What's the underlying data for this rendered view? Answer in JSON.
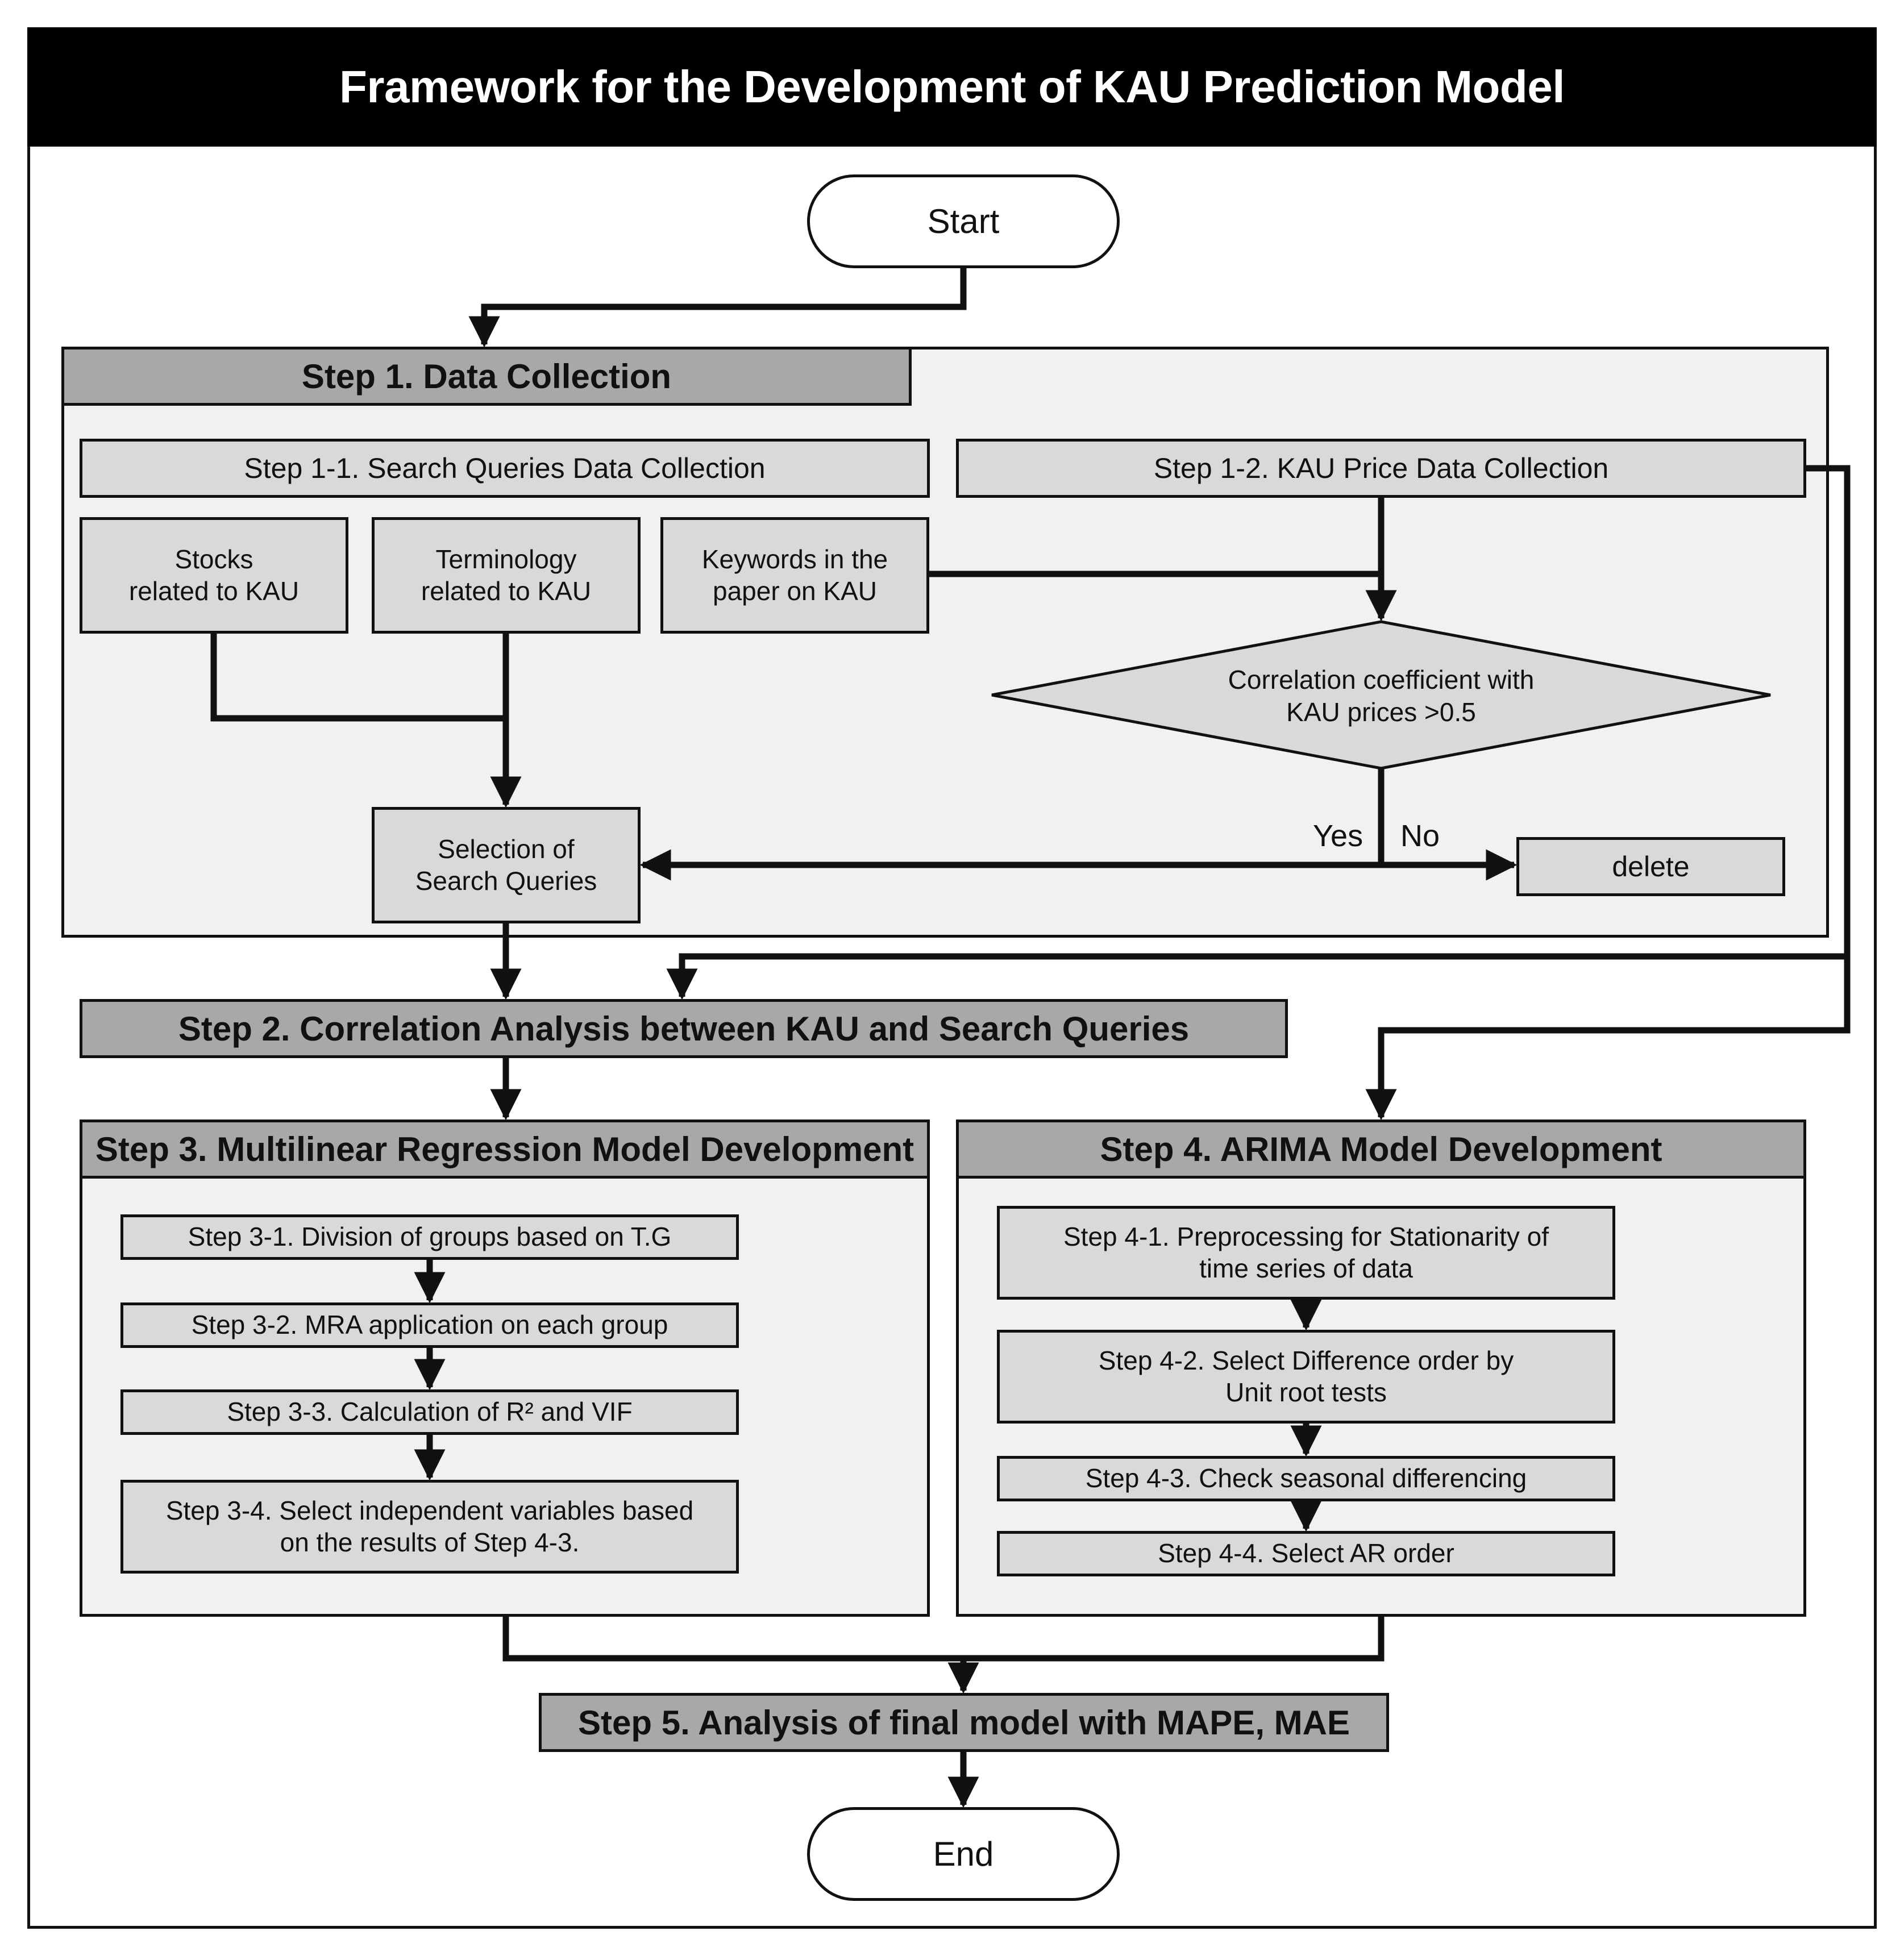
{
  "title": "Framework for the Development of KAU Prediction Model",
  "start": "Start",
  "end": "End",
  "step1": {
    "header": "Step 1. Data Collection",
    "s11": "Step 1-1. Search Queries Data Collection",
    "s12": "Step 1-2. KAU Price Data Collection",
    "stocks": "Stocks\nrelated to KAU",
    "terminology": "Terminology\nrelated to KAU",
    "keywords": "Keywords in the\npaper on KAU",
    "decision": "Correlation coefficient with\nKAU prices >0.5",
    "yes": "Yes",
    "no": "No",
    "selection": "Selection of\nSearch Queries",
    "delete": "delete"
  },
  "step2": {
    "header": "Step 2. Correlation Analysis between KAU and Search Queries"
  },
  "step3": {
    "header": "Step 3. Multilinear Regression Model Development",
    "s31": "Step 3-1. Division of groups based on T.G",
    "s32": "Step 3-2. MRA application on each group",
    "s33": "Step 3-3. Calculation of R² and VIF",
    "s34": "Step 3-4. Select independent variables based\non the results of Step 4-3."
  },
  "step4": {
    "header": "Step 4. ARIMA Model Development",
    "s41": "Step 4-1. Preprocessing for Stationarity of\ntime series of data",
    "s42": "Step 4-2. Select Difference order by\nUnit root tests",
    "s43": "Step 4-3. Check seasonal differencing",
    "s44": "Step 4-4. Select AR order"
  },
  "step5": {
    "header": "Step 5. Analysis of final model with MAPE, MAE"
  }
}
